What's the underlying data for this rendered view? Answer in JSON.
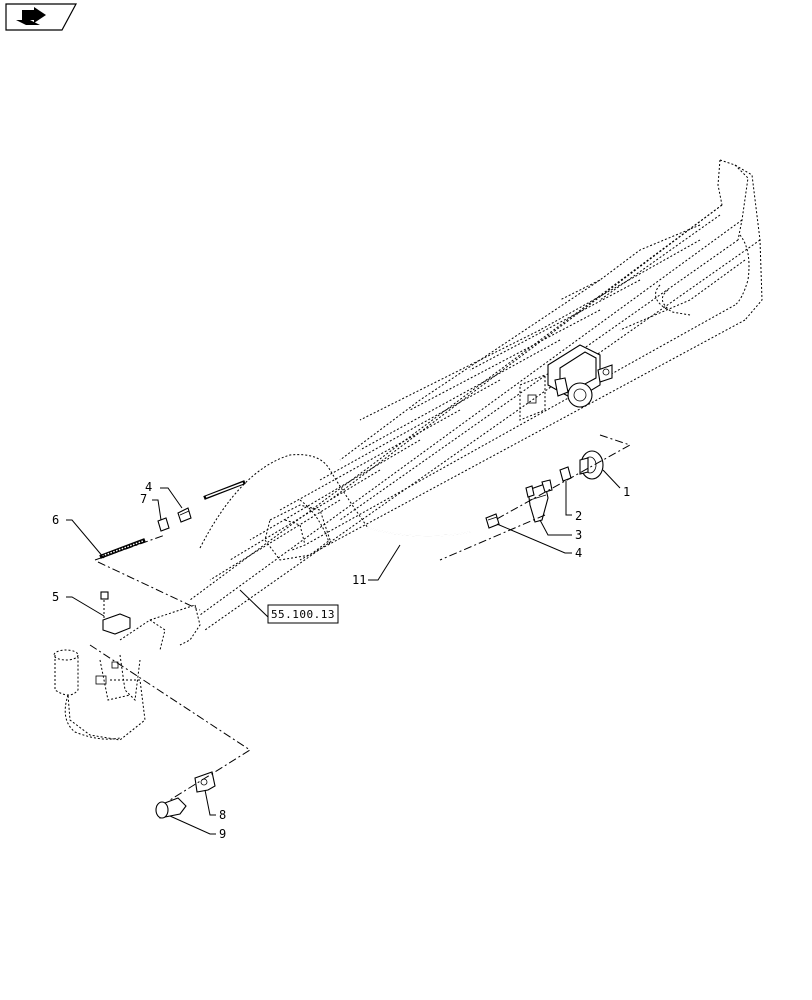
{
  "nav": {
    "icon": "arrow-tab-icon"
  },
  "reference": {
    "label": "55.100.13"
  },
  "callouts": [
    {
      "id": "c1",
      "label": "1"
    },
    {
      "id": "c2",
      "label": "2"
    },
    {
      "id": "c3",
      "label": "3"
    },
    {
      "id": "c4a",
      "label": "4"
    },
    {
      "id": "c4b",
      "label": "4"
    },
    {
      "id": "c5",
      "label": "5"
    },
    {
      "id": "c6",
      "label": "6"
    },
    {
      "id": "c7",
      "label": "7"
    },
    {
      "id": "c8",
      "label": "8"
    },
    {
      "id": "c9",
      "label": "9"
    },
    {
      "id": "c11",
      "label": "11"
    }
  ]
}
